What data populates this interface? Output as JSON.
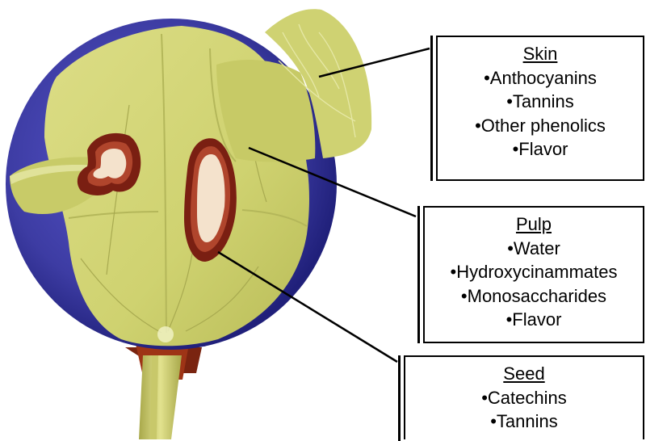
{
  "colors": {
    "flesh": "#d6d87a",
    "flesh_light": "#e8ea9e",
    "skin": "#3d3ca3",
    "skin_dark": "#25248a",
    "seed_outer": "#7a1f12",
    "seed_inner": "#f4e2cc",
    "stem": "#d8d877",
    "stem_dark": "#8b2a12"
  },
  "callouts": {
    "skin": {
      "title": "Skin",
      "items": [
        "Anthocyanins",
        "Tannins",
        "Other phenolics",
        "Flavor"
      ]
    },
    "pulp": {
      "title": "Pulp",
      "items": [
        "Water",
        "Hydroxycinammates",
        "Monosaccharides",
        "Flavor"
      ]
    },
    "seed": {
      "title": "Seed",
      "items": [
        "Catechins",
        "Tannins"
      ]
    }
  }
}
